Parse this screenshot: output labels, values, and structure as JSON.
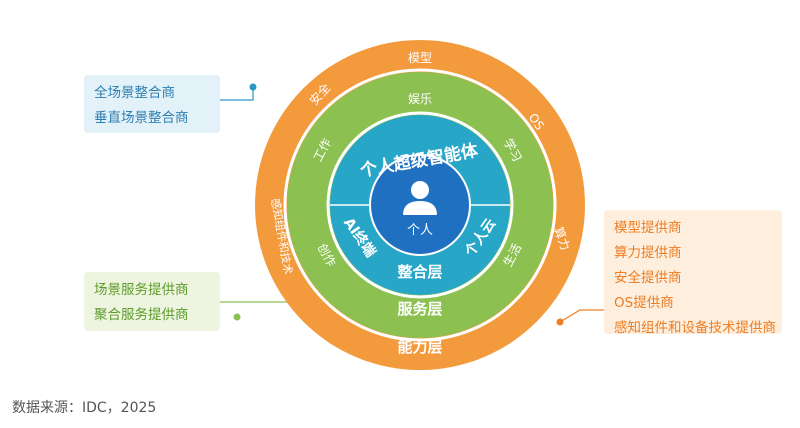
{
  "center": {
    "icon": "person-icon",
    "label": "个人"
  },
  "inner_ring": {
    "top_label": "个人超级智能体",
    "left_label": "AI终端",
    "right_label": "个人云",
    "bottom_label": "整合层"
  },
  "service_ring": {
    "items": [
      "娱乐",
      "学习",
      "生活",
      "创作",
      "工作"
    ],
    "label": "服务层"
  },
  "outer_ring": {
    "items": [
      "模型",
      "OS",
      "算力",
      "安全",
      "感知组件和技术"
    ],
    "label": "能力层"
  },
  "boxes": {
    "integration_partners": [
      "全场景整合商",
      "垂直场景整合商"
    ],
    "service_providers": [
      "场景服务提供商",
      "聚合服务提供商"
    ],
    "capability_providers": [
      "模型提供商",
      "算力提供商",
      "安全提供商",
      "OS提供商",
      "感知组件和设备技术提供商"
    ]
  },
  "colors": {
    "outer": "#f39a3d",
    "middle": "#8cc152",
    "inner": "#27a6c8",
    "center": "#1f70c1",
    "blue_box": "#e3f1f8",
    "green_box": "#edf4df",
    "orange_box": "#fdeedd"
  },
  "source": "数据来源：IDC，2025"
}
